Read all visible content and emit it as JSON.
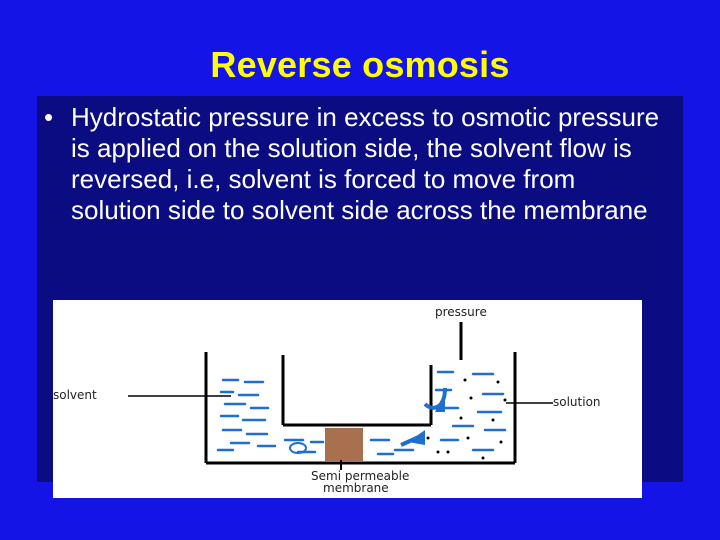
{
  "slide": {
    "title": "Reverse osmosis",
    "bullet_symbol": "•",
    "bullet_text": "Hydrostatic pressure in excess to osmotic pressure is applied on the solution side, the solvent flow is reversed, i.e, solvent is forced to move from solution side to solvent side across the membrane"
  },
  "diagram": {
    "labels": {
      "pressure": "pressure",
      "solvent": "solvent",
      "solution": "solution",
      "membrane_line1": "Semi permeable",
      "membrane_line2": "membrane"
    },
    "colors": {
      "liquid": "#1f6fd1",
      "membrane": "#a9704f",
      "walls": "#000000",
      "background": "#ffffff"
    }
  }
}
